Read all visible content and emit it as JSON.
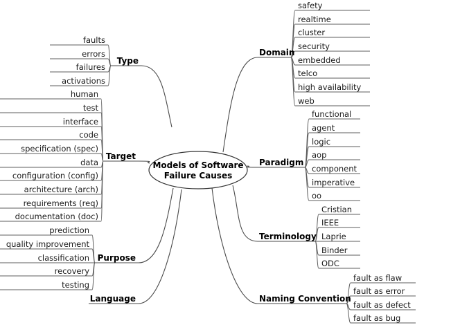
{
  "center": {
    "line1": "Models of Software",
    "line2": "Failure Causes"
  },
  "branches": {
    "type": {
      "label": "Type",
      "items": [
        "faults",
        "errors",
        "failures",
        "activations"
      ]
    },
    "target": {
      "label": "Target",
      "items": [
        "human",
        "test",
        "interface",
        "code",
        "specification (spec)",
        "data",
        "configuration (config)",
        "architecture (arch)",
        "requirements (req)",
        "documentation (doc)"
      ]
    },
    "purpose": {
      "label": "Purpose",
      "items": [
        "prediction",
        "quality improvement",
        "classification",
        "recovery",
        "testing"
      ]
    },
    "language": {
      "label": "Language",
      "items": []
    },
    "domain": {
      "label": "Domain",
      "items": [
        "safety",
        "realtime",
        "cluster",
        "security",
        "embedded",
        "telco",
        "high availability",
        "web"
      ]
    },
    "paradigm": {
      "label": "Paradigm",
      "items": [
        "functional",
        "agent",
        "logic",
        "aop",
        "component",
        "imperative",
        "oo"
      ]
    },
    "terminology": {
      "label": "Terminology",
      "items": [
        "Cristian",
        "IEEE",
        "Laprie",
        "Binder",
        "ODC"
      ]
    },
    "naming": {
      "label": "Naming Convention",
      "items": [
        "fault as flaw",
        "fault as error",
        "fault as defect",
        "fault as bug"
      ]
    }
  }
}
